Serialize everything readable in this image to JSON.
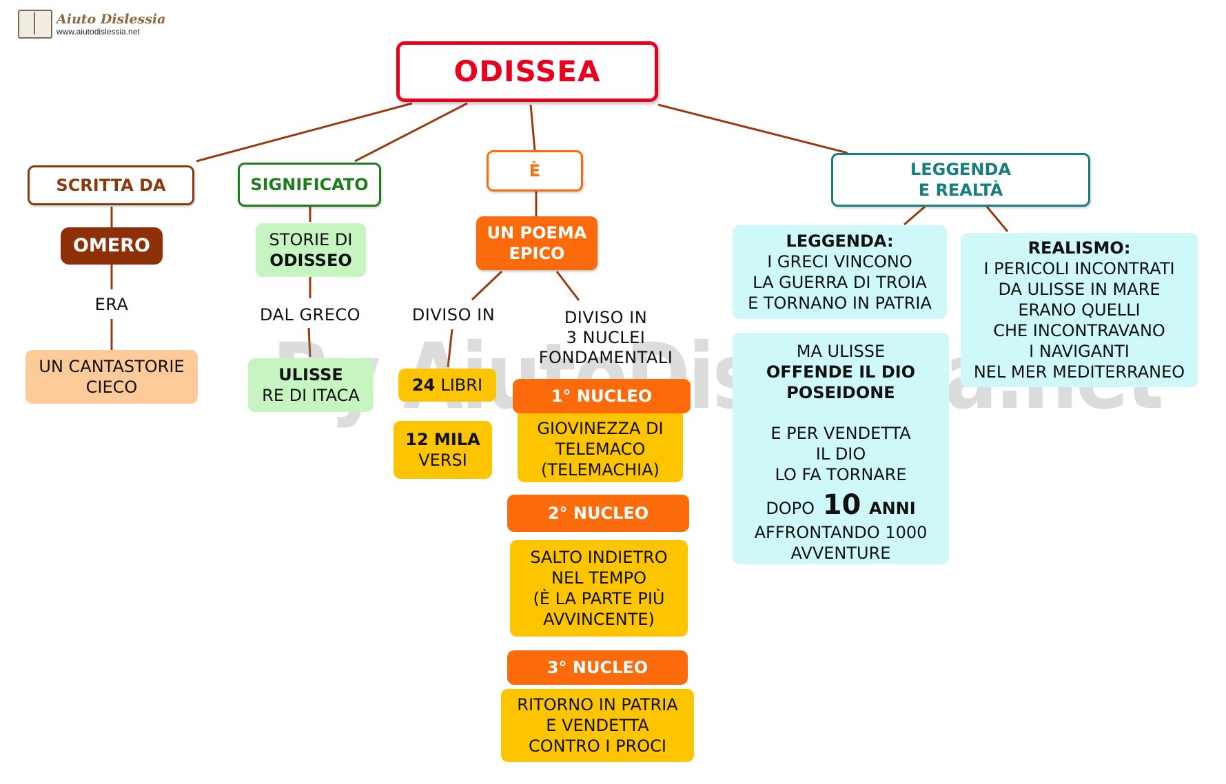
{
  "logo": {
    "title": "Aiuto Dislessia",
    "url": "www.aiutodislessia.net"
  },
  "watermark": "By AiutoDislessia.net",
  "root": "ODISSEA",
  "scritta": {
    "header": "SCRITTA DA",
    "author": "OMERO",
    "link": "ERA",
    "desc": [
      "UN CANTASTORIE",
      "CIECO"
    ]
  },
  "significato": {
    "header": "SIGNIFICATO",
    "storie": [
      "STORIE DI",
      "ODISSEO"
    ],
    "link": "DAL GRECO",
    "ulisse": [
      "ULISSE",
      "RE DI ITACA"
    ]
  },
  "e": {
    "header": "È",
    "poema": [
      "UN POEMA",
      "EPICO"
    ],
    "diviso1": "DIVISO IN",
    "diviso2": [
      "DIVISO IN",
      "3 NUCLEI",
      "FONDAMENTALI"
    ],
    "libri": {
      "num": "24",
      "text": "LIBRI"
    },
    "versi": [
      "12 MILA",
      "VERSI"
    ],
    "nuclei": [
      {
        "title": "1° NUCLEO",
        "lines": [
          "GIOVINEZZA DI",
          "TELEMACO",
          "(TELEMACHIA)"
        ]
      },
      {
        "title": "2° NUCLEO",
        "lines": [
          "SALTO INDIETRO",
          "NEL TEMPO",
          "(È LA PARTE PIÙ",
          "AVVINCENTE)"
        ]
      },
      {
        "title": "3° NUCLEO",
        "lines": [
          "RITORNO IN PATRIA",
          "E VENDETTA",
          "CONTRO I PROCI"
        ]
      }
    ]
  },
  "leggenda": {
    "header": [
      "LEGGENDA",
      "E REALTÀ"
    ],
    "leggenda_title": "LEGGENDA:",
    "leggenda_lines": [
      "I GRECI VINCONO",
      "LA GUERRA DI TROIA",
      "E TORNANO IN PATRIA"
    ],
    "realismo_title": "REALISMO:",
    "realismo_lines": [
      "I PERICOLI INCONTRATI",
      "DA ULISSE IN MARE",
      "ERANO QUELLI",
      "CHE INCONTRAVANO",
      "I NAVIGANTI",
      "NEL MER MEDITERRANEO"
    ],
    "ulisse_1": "MA ULISSE",
    "ulisse_bold": [
      "OFFENDE IL DIO",
      "POSEIDONE"
    ],
    "ulisse_2": [
      "E PER VENDETTA",
      "IL DIO",
      "LO FA TORNARE"
    ],
    "dopo": "DOPO",
    "anni_num": "10",
    "anni": "ANNI",
    "ulisse_3": [
      "AFFRONTANDO 1000",
      "AVVENTURE"
    ]
  },
  "colors": {
    "red": "#e8001c",
    "brown": "#8b3a0f",
    "brown_dark": "#8d2f07",
    "green": "#1d7d1d",
    "orange": "#fb6b0b",
    "orange_light": "#fccb99",
    "yellow": "#fdc400",
    "mint": "#c7f5c2",
    "teal": "#167e7e",
    "cyan": "#cff8f8",
    "line": "#9a3a12"
  }
}
